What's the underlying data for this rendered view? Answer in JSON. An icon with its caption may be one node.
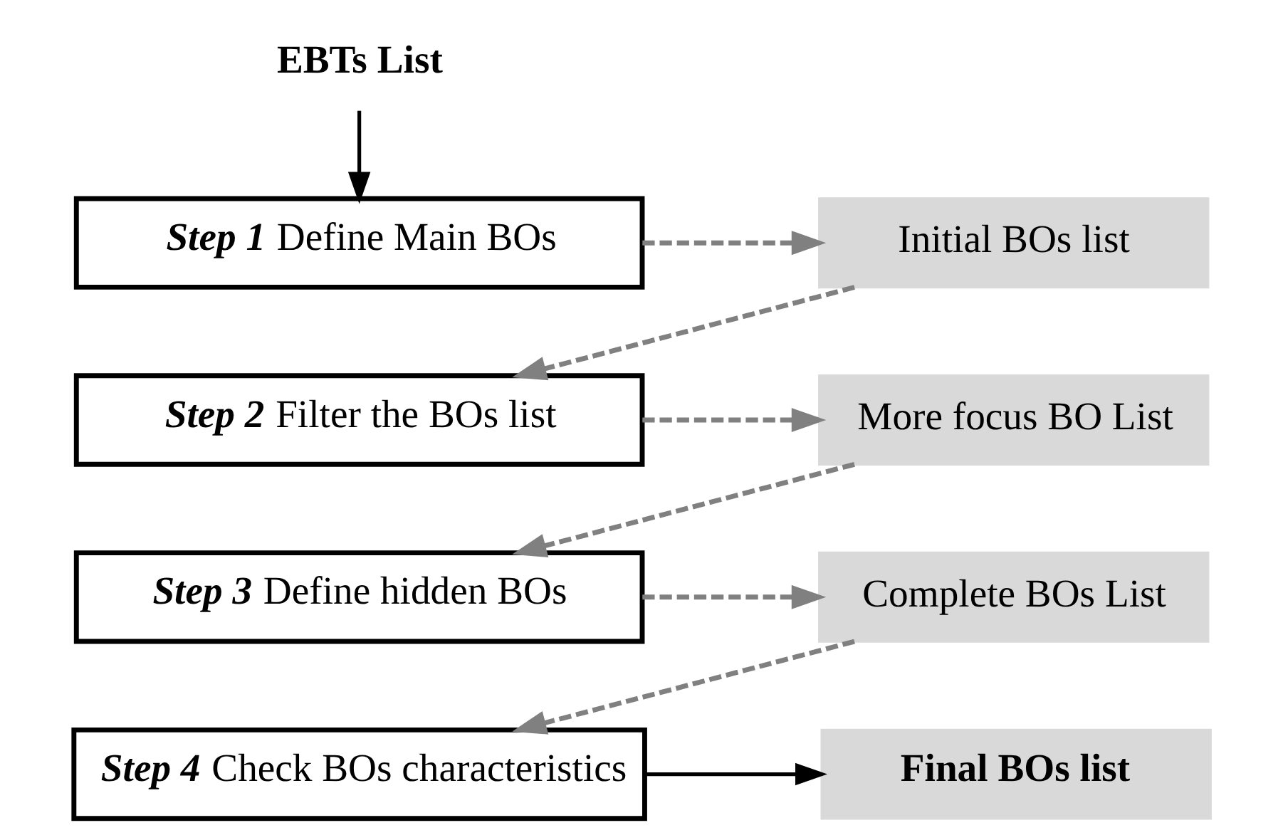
{
  "diagram": {
    "nodes": [
      {
        "text": [
          "EBTs List"
        ]
      },
      {
        "text": [
          "Step 1",
          "Define Main BOs"
        ]
      },
      {
        "text": [
          "Initial BOs list"
        ]
      },
      {
        "text": [
          "Step 2",
          "Filter the BOs list"
        ]
      },
      {
        "text": [
          "More focus BO List"
        ]
      },
      {
        "text": [
          "Step 3",
          "Define hidden BOs"
        ]
      },
      {
        "text": [
          "Complete BOs List"
        ]
      },
      {
        "text": [
          "Step 4",
          "Check BOs characteristics"
        ]
      },
      {
        "text": [
          "Final BOs list"
        ]
      }
    ],
    "edges": [
      {
        "from": 0,
        "to": 1,
        "arrow": "to",
        "color": "#000000"
      },
      {
        "from": 1,
        "to": 2,
        "arrow": "to",
        "style": "dashed"
      },
      {
        "from": 2,
        "to": 3,
        "arrow": "to",
        "style": "dashed"
      },
      {
        "from": 3,
        "to": 4,
        "arrow": "to",
        "style": "dashed"
      },
      {
        "from": 4,
        "to": 5,
        "arrow": "to",
        "style": "dashed"
      },
      {
        "from": 5,
        "to": 6,
        "arrow": "to",
        "style": "dashed"
      },
      {
        "from": 6,
        "to": 7,
        "arrow": "to",
        "style": "dashed"
      },
      {
        "from": 7,
        "to": 8,
        "arrow": "to",
        "color": "#000000"
      }
    ]
  }
}
